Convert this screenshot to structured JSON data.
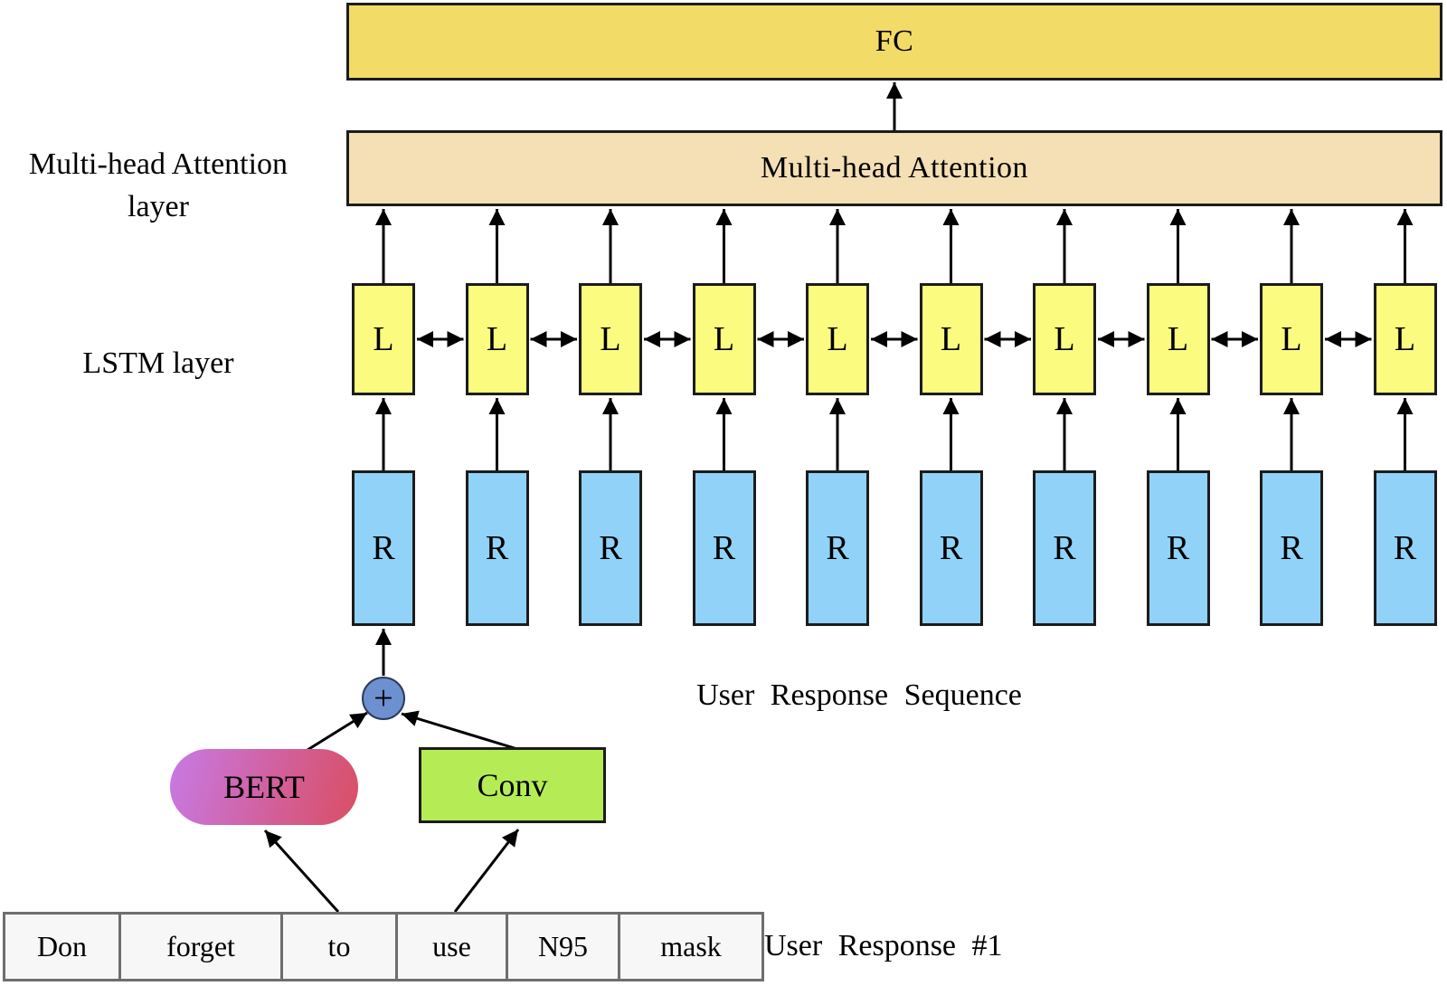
{
  "diagram": {
    "fc": {
      "label": "FC",
      "fill": "#f2db66"
    },
    "attention": {
      "label": "Multi-head Attention",
      "fill": "#f5dfb5"
    },
    "side_labels": {
      "attention_line1": "Multi-head Attention",
      "attention_line2": "layer",
      "lstm": "LSTM layer"
    },
    "lstm_units": {
      "letter": "L",
      "count": 10,
      "fill": "#fbfb7f"
    },
    "response_units": {
      "letter": "R",
      "count": 10,
      "fill": "#90d2f8"
    },
    "sum_node": {
      "symbol": "+",
      "fill": "#6d90d1"
    },
    "bert": {
      "label": "BERT",
      "gradient": [
        "#c77ae6",
        "#d2609c",
        "#d94f63"
      ]
    },
    "conv": {
      "label": "Conv",
      "fill": "#b5ec55"
    },
    "sequence_label": "User Response Sequence",
    "response_label": "User Response #1",
    "tokens": [
      "Don",
      "forget",
      "to",
      "use",
      "N95",
      "mask"
    ],
    "token_style": {
      "fill": "#f7f7f7",
      "border": "#6e6e6e"
    },
    "line_color": "#000000"
  }
}
